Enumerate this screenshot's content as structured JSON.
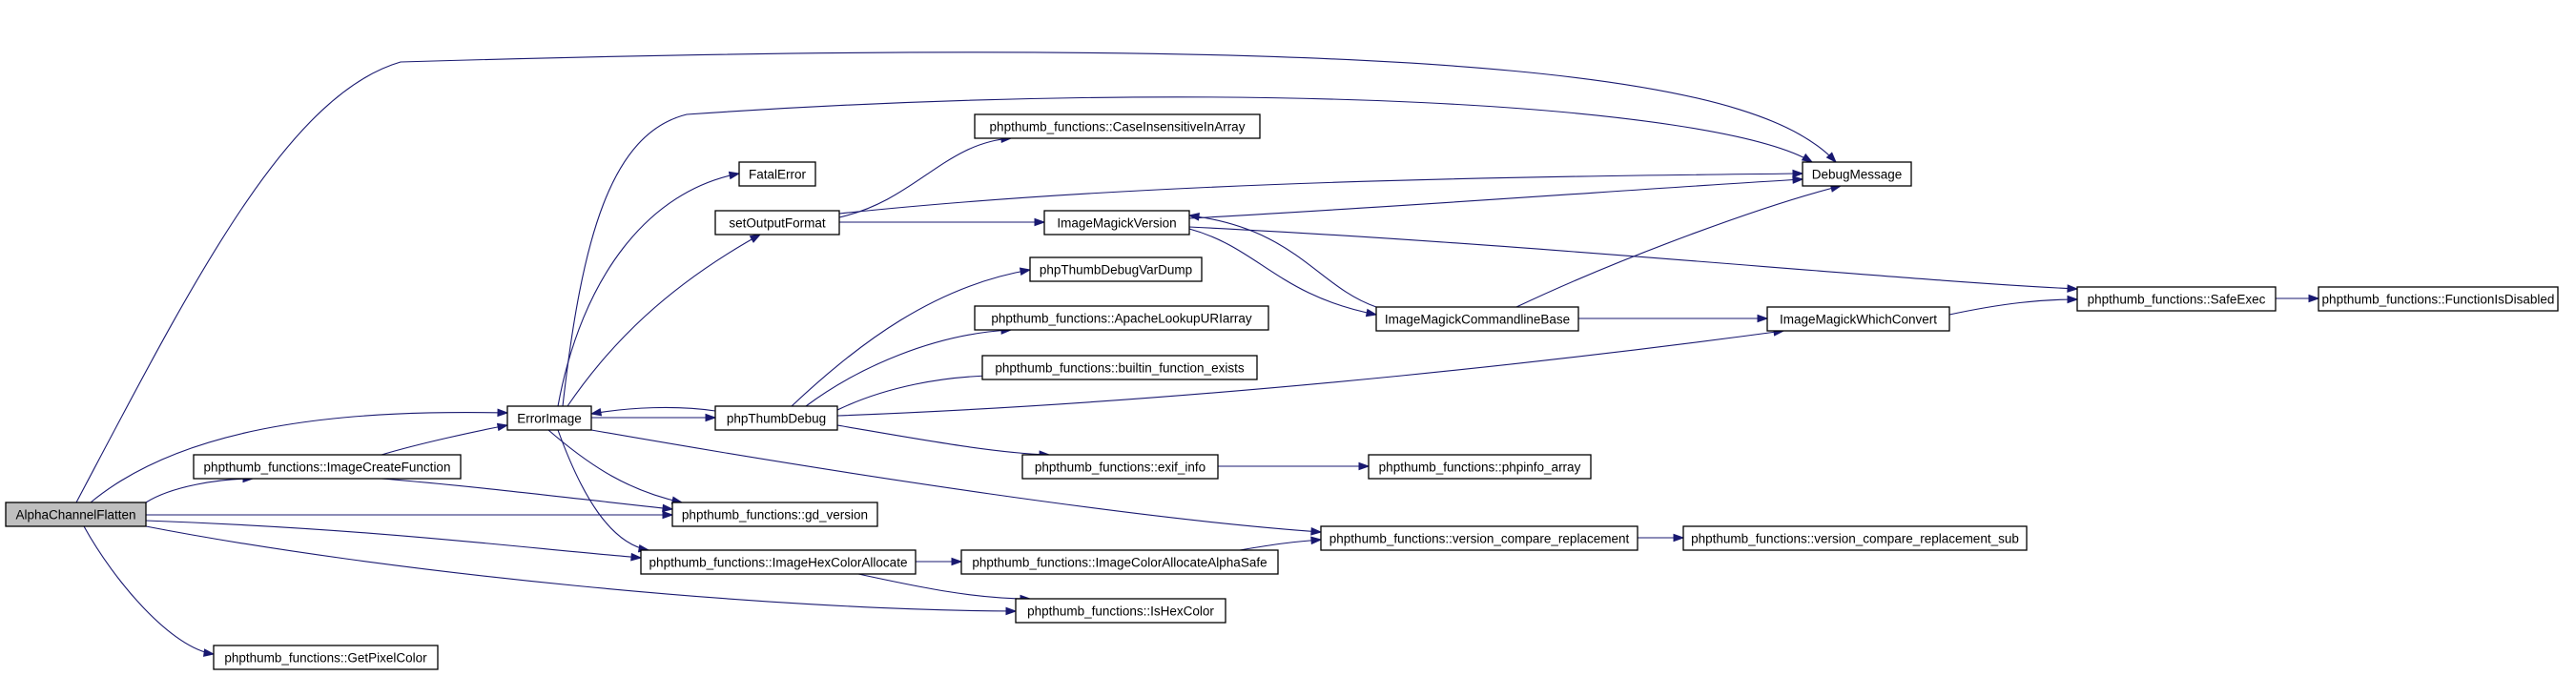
{
  "nodes": [
    {
      "id": "root",
      "label": "AlphaChannelFlatten",
      "root": true
    },
    {
      "id": "errorimage",
      "label": "ErrorImage"
    },
    {
      "id": "imagecreatefunction",
      "label": "phpthumb_functions::ImageCreateFunction"
    },
    {
      "id": "getpixelcolor",
      "label": "phpthumb_functions::GetPixelColor"
    },
    {
      "id": "fatalerror",
      "label": "FatalError"
    },
    {
      "id": "setoutputformat",
      "label": "setOutputFormat"
    },
    {
      "id": "phpthumbdebug",
      "label": "phpThumbDebug"
    },
    {
      "id": "gdversion",
      "label": "phpthumb_functions::gd_version"
    },
    {
      "id": "imagehexcolorallocate",
      "label": "phpthumb_functions::ImageHexColorAllocate"
    },
    {
      "id": "caseinsensitiveinarray",
      "label": "phpthumb_functions::CaseInsensitiveInArray"
    },
    {
      "id": "imagemagickversion",
      "label": "ImageMagickVersion"
    },
    {
      "id": "phpthumbdebugvardump",
      "label": "phpThumbDebugVarDump"
    },
    {
      "id": "apachelookupuriarray",
      "label": "phpthumb_functions::ApacheLookupURIarray"
    },
    {
      "id": "builtinfunctionexists",
      "label": "phpthumb_functions::builtin_function_exists"
    },
    {
      "id": "exifinfo",
      "label": "phpthumb_functions::exif_info"
    },
    {
      "id": "imagecolorallocatealphasafe",
      "label": "phpthumb_functions::ImageColorAllocateAlphaSafe"
    },
    {
      "id": "ishexcolor",
      "label": "phpthumb_functions::IsHexColor"
    },
    {
      "id": "imagemagickcommandlinebase",
      "label": "ImageMagickCommandlineBase"
    },
    {
      "id": "phpinfoarray",
      "label": "phpthumb_functions::phpinfo_array"
    },
    {
      "id": "versioncomparereplacement",
      "label": "phpthumb_functions::version_compare_replacement"
    },
    {
      "id": "debugmessage",
      "label": "DebugMessage"
    },
    {
      "id": "imagemagickwhichconvert",
      "label": "ImageMagickWhichConvert"
    },
    {
      "id": "versioncomparereplacementsub",
      "label": "phpthumb_functions::version_compare_replacement_sub"
    },
    {
      "id": "safeexec",
      "label": "phpthumb_functions::SafeExec"
    },
    {
      "id": "functionisdisabled",
      "label": "phpthumb_functions::FunctionIsDisabled"
    }
  ],
  "edges": [
    {
      "from": "root",
      "to": "errorimage"
    },
    {
      "from": "root",
      "to": "imagecreatefunction"
    },
    {
      "from": "root",
      "to": "getpixelcolor"
    },
    {
      "from": "root",
      "to": "gdversion"
    },
    {
      "from": "root",
      "to": "imagehexcolorallocate"
    },
    {
      "from": "root",
      "to": "ishexcolor"
    },
    {
      "from": "root",
      "to": "debugmessage"
    },
    {
      "from": "imagecreatefunction",
      "to": "errorimage"
    },
    {
      "from": "imagecreatefunction",
      "to": "gdversion"
    },
    {
      "from": "errorimage",
      "to": "fatalerror"
    },
    {
      "from": "errorimage",
      "to": "setoutputformat"
    },
    {
      "from": "errorimage",
      "to": "phpthumbdebug"
    },
    {
      "from": "errorimage",
      "to": "gdversion"
    },
    {
      "from": "errorimage",
      "to": "imagehexcolorallocate"
    },
    {
      "from": "errorimage",
      "to": "versioncomparereplacement"
    },
    {
      "from": "errorimage",
      "to": "debugmessage"
    },
    {
      "from": "setoutputformat",
      "to": "caseinsensitiveinarray"
    },
    {
      "from": "setoutputformat",
      "to": "imagemagickversion"
    },
    {
      "from": "setoutputformat",
      "to": "debugmessage"
    },
    {
      "from": "phpthumbdebug",
      "to": "errorimage"
    },
    {
      "from": "phpthumbdebug",
      "to": "phpthumbdebugvardump"
    },
    {
      "from": "phpthumbdebug",
      "to": "apachelookupuriarray"
    },
    {
      "from": "phpthumbdebug",
      "to": "builtinfunctionexists"
    },
    {
      "from": "phpthumbdebug",
      "to": "exifinfo"
    },
    {
      "from": "phpthumbdebug",
      "to": "imagemagickwhichconvert"
    },
    {
      "from": "imagehexcolorallocate",
      "to": "imagecolorallocatealphasafe"
    },
    {
      "from": "imagehexcolorallocate",
      "to": "ishexcolor"
    },
    {
      "from": "imagecolorallocatealphasafe",
      "to": "versioncomparereplacement"
    },
    {
      "from": "exifinfo",
      "to": "phpinfoarray"
    },
    {
      "from": "imagemagickversion",
      "to": "debugmessage"
    },
    {
      "from": "imagemagickversion",
      "to": "imagemagickcommandlinebase"
    },
    {
      "from": "imagemagickversion",
      "to": "safeexec"
    },
    {
      "from": "imagemagickcommandlinebase",
      "to": "imagemagickversion"
    },
    {
      "from": "imagemagickcommandlinebase",
      "to": "debugmessage"
    },
    {
      "from": "imagemagickcommandlinebase",
      "to": "imagemagickwhichconvert"
    },
    {
      "from": "imagemagickwhichconvert",
      "to": "safeexec"
    },
    {
      "from": "versioncomparereplacement",
      "to": "versioncomparereplacementsub"
    },
    {
      "from": "safeexec",
      "to": "functionisdisabled"
    }
  ],
  "colors": {
    "edge": "#191970",
    "node_border": "#000000",
    "node_fill": "#ffffff",
    "root_fill": "#bfbfbf"
  }
}
